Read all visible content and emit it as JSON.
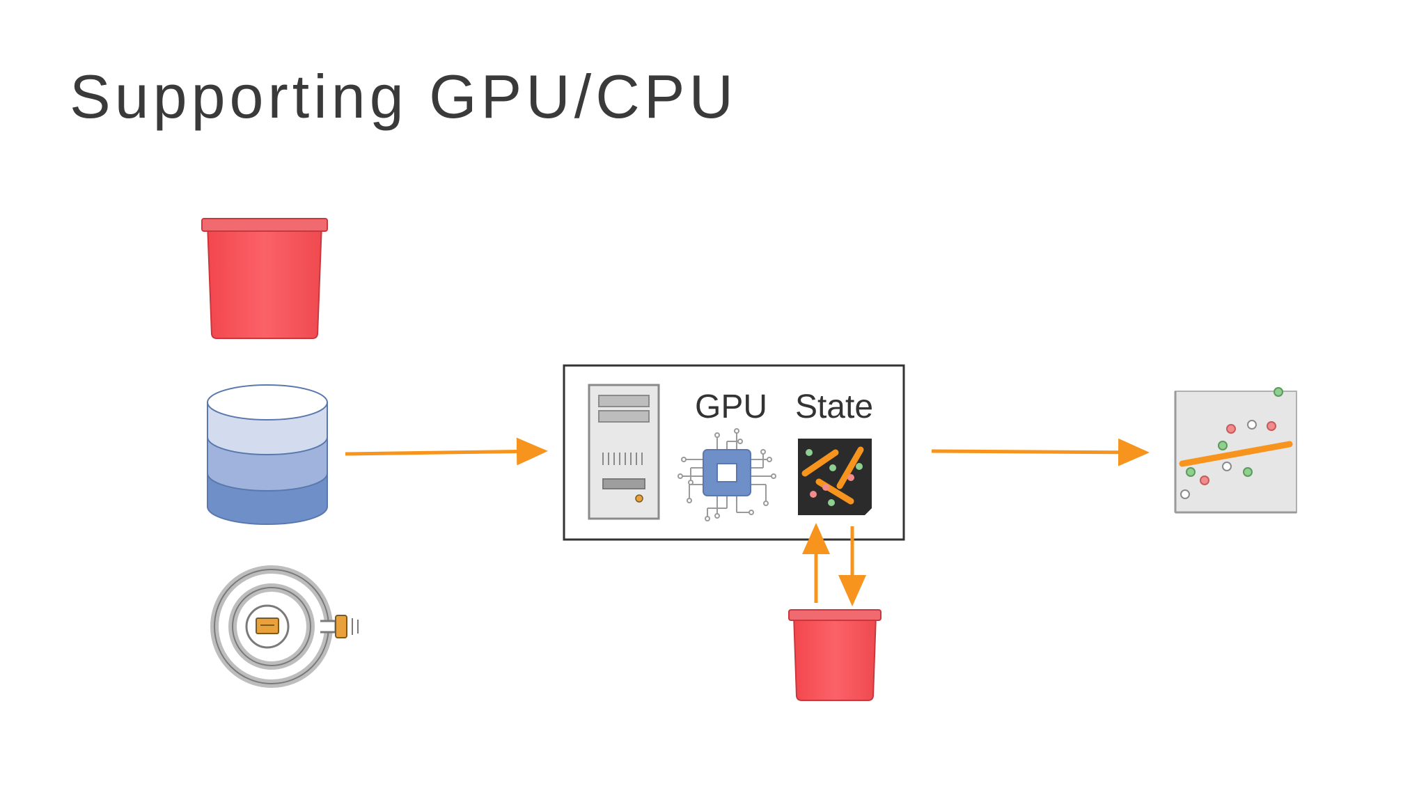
{
  "slide": {
    "title": "Supporting GPU/CPU"
  },
  "compute_box": {
    "gpu_label": "GPU",
    "state_label": "State"
  },
  "icons": {
    "input_bucket": "storage-bucket-icon",
    "input_database": "database-icon",
    "input_stream": "data-stream-icon",
    "server": "server-tower-icon",
    "gpu": "gpu-chip-icon",
    "state": "state-model-icon",
    "state_bucket": "storage-bucket-icon",
    "output": "scatter-plot-model-icon"
  },
  "colors": {
    "bucket": "#f75a5f",
    "arrow": "#f7941d",
    "database": "#6f8fc9",
    "box_border": "#333333"
  }
}
